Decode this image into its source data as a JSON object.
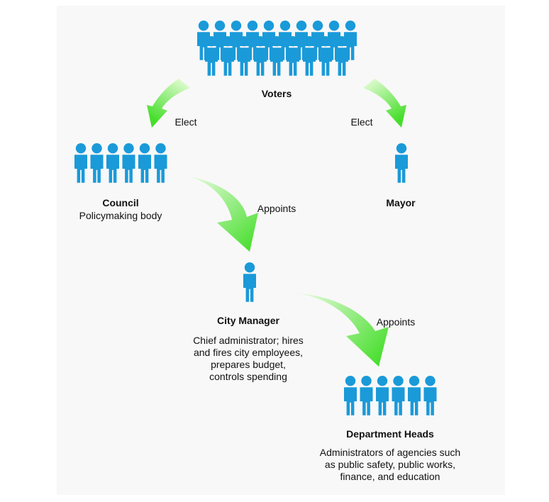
{
  "colors": {
    "person": "#1a9ad9",
    "arrow_light": "#d8fac8",
    "arrow_dark": "#46de2b",
    "panel": "#f8f8f8",
    "text": "#111111"
  },
  "nodes": {
    "voters": {
      "title": "Voters",
      "icon": "crowd-icon"
    },
    "council": {
      "title": "Council",
      "desc": "Policymaking body",
      "icon": "group-icon"
    },
    "mayor": {
      "title": "Mayor",
      "icon": "person-icon"
    },
    "city_manager": {
      "title": "City Manager",
      "desc": "Chief administrator; hires\nand fires city employees,\nprepares budget,\ncontrols spending",
      "icon": "person-icon"
    },
    "department_heads": {
      "title": "Department Heads",
      "desc": "Administrators of agencies such\nas public safety, public works,\nfinance, and education",
      "icon": "group-icon"
    }
  },
  "edges": [
    {
      "id": "voters-council",
      "label": "Elect"
    },
    {
      "id": "voters-mayor",
      "label": "Elect"
    },
    {
      "id": "council-manager",
      "label": "Appoints"
    },
    {
      "id": "manager-departments",
      "label": "Appoints"
    }
  ]
}
